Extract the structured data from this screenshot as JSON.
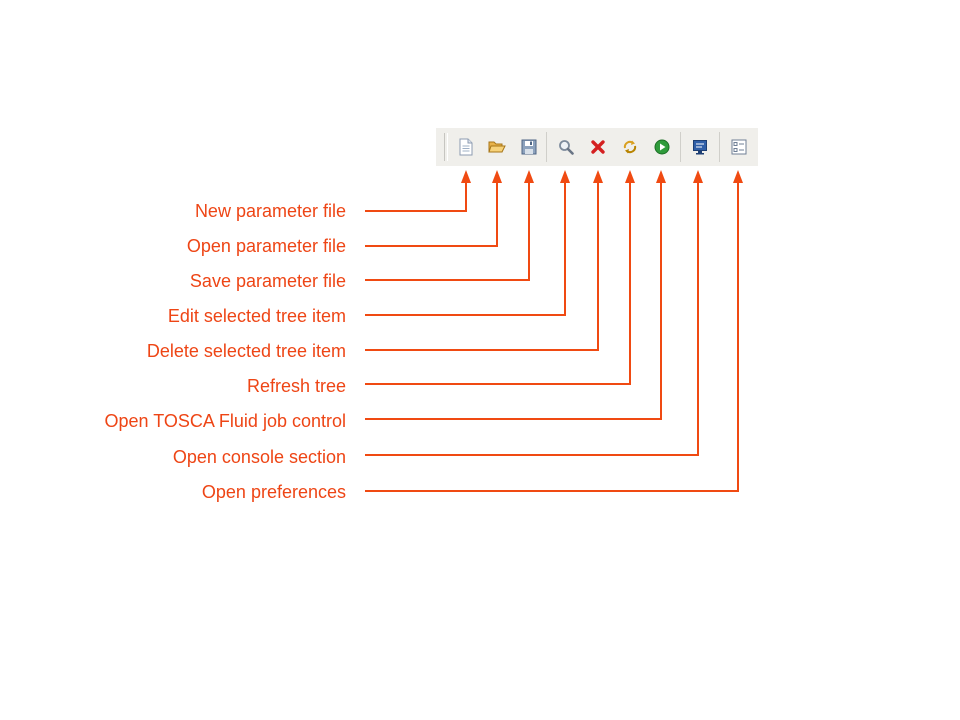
{
  "accent_color": "#f04a12",
  "toolbar": {
    "buttons": [
      {
        "icon": "new-file-icon",
        "label": "New parameter file"
      },
      {
        "icon": "open-folder-icon",
        "label": "Open parameter file"
      },
      {
        "icon": "save-disk-icon",
        "label": "Save parameter file"
      },
      {
        "icon": "magnifier-icon",
        "label": "Edit selected tree item"
      },
      {
        "icon": "red-x-delete-icon",
        "label": "Delete selected tree item"
      },
      {
        "icon": "refresh-arrows-icon",
        "label": "Refresh tree"
      },
      {
        "icon": "green-play-icon",
        "label": "Open TOSCA Fluid job control"
      },
      {
        "icon": "monitor-console-icon",
        "label": "Open console section"
      },
      {
        "icon": "preferences-list-icon",
        "label": "Open preferences"
      }
    ]
  },
  "callouts": [
    "New parameter file",
    "Open parameter file",
    "Save parameter file",
    "Edit selected tree item",
    "Delete selected tree item",
    "Refresh tree",
    "Open TOSCA Fluid job control",
    "Open console section",
    "Open preferences"
  ]
}
